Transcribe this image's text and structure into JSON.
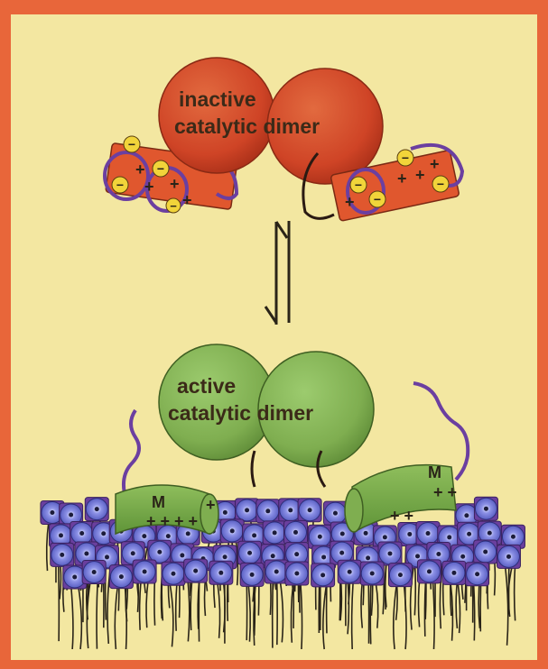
{
  "diagram": {
    "colors": {
      "border": "#e8663a",
      "background": "#f3e7a1",
      "inactive_fill": "#d2482a",
      "active_fill": "#7fae50",
      "loop": "#6b3fa0",
      "lipid_head": "#5a5fc8"
    },
    "inactive": {
      "label_line1": "inactive",
      "label_line2": "catalytic dimer"
    },
    "active": {
      "label_line1": "active",
      "label_line2": "catalytic dimer"
    },
    "equilibrium_symbol": "equilibrium-arrows-icon",
    "domain_labels": {
      "membrane_binding": "M"
    }
  }
}
